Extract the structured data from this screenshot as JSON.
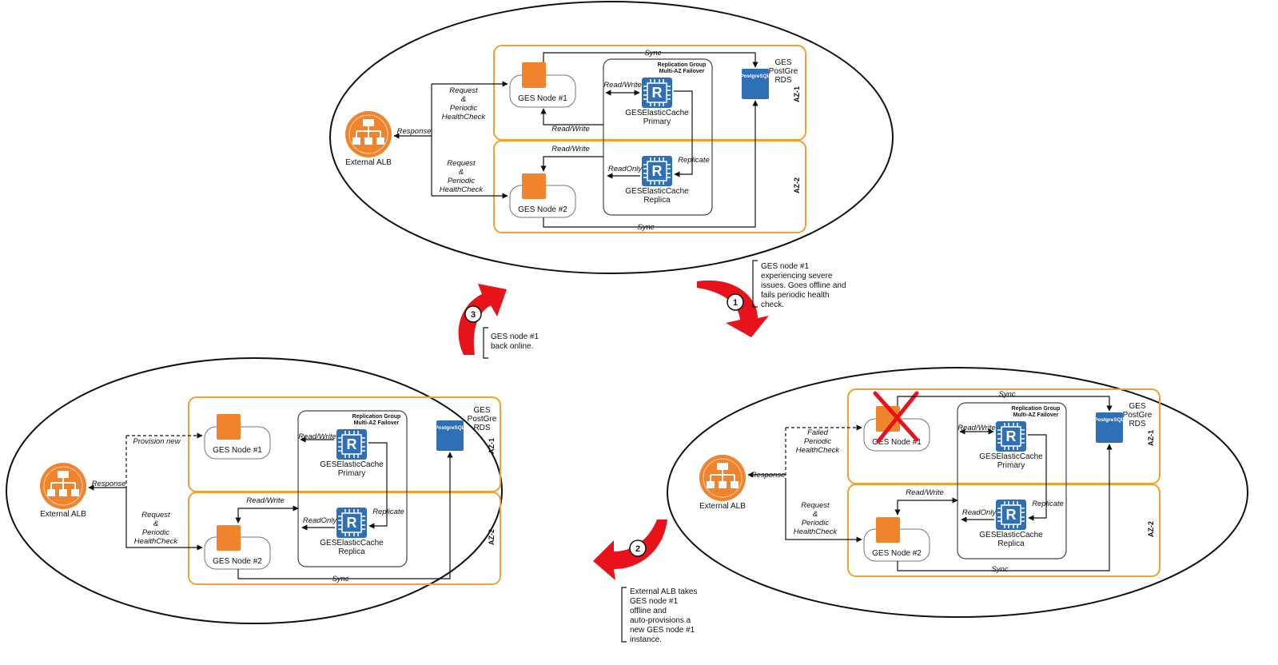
{
  "labels": {
    "external_alb": "External ALB",
    "response": "Response",
    "request": "Request",
    "amp": "&",
    "periodic": "Periodic",
    "healthcheck": "HealthCheck",
    "failed": "Failed",
    "provision_new": "Provision new",
    "ges_node_1": "GES Node #1",
    "ges_node_2": "GES Node #2",
    "read_write": "Read/Write",
    "read_only": "ReadOnly",
    "replicate": "Replicate",
    "sync": "Sync",
    "replication_group": "Replication Group",
    "multi_az_failover": "Multi-AZ Failover",
    "cache_name": "GESElasticCache",
    "primary": "Primary",
    "replica": "Replica",
    "r_letter": "R",
    "postgresql": "PostgreSQL",
    "ges": "GES",
    "postgre": "PostGre",
    "rds": "RDS",
    "az1": "AZ-1",
    "az2": "AZ-2"
  },
  "steps": [
    {
      "number": "1",
      "lines": [
        "GES node #1",
        "experiencing severe",
        "issues. Goes offline and",
        "fails periodic health",
        "check."
      ]
    },
    {
      "number": "2",
      "lines": [
        "External ALB takes",
        "GES node #1",
        "offline and",
        "auto-provisions a",
        "new GES node #1",
        "instance."
      ]
    },
    {
      "number": "3",
      "lines": [
        "GES node #1",
        "back online."
      ]
    }
  ],
  "colors": {
    "az_border": "#f0a030",
    "ec2_orange": "#f0842c",
    "aws_blue": "#2f6fb5",
    "step_arrow_red": "#e8121a",
    "failure_x_red": "#e8121a"
  }
}
